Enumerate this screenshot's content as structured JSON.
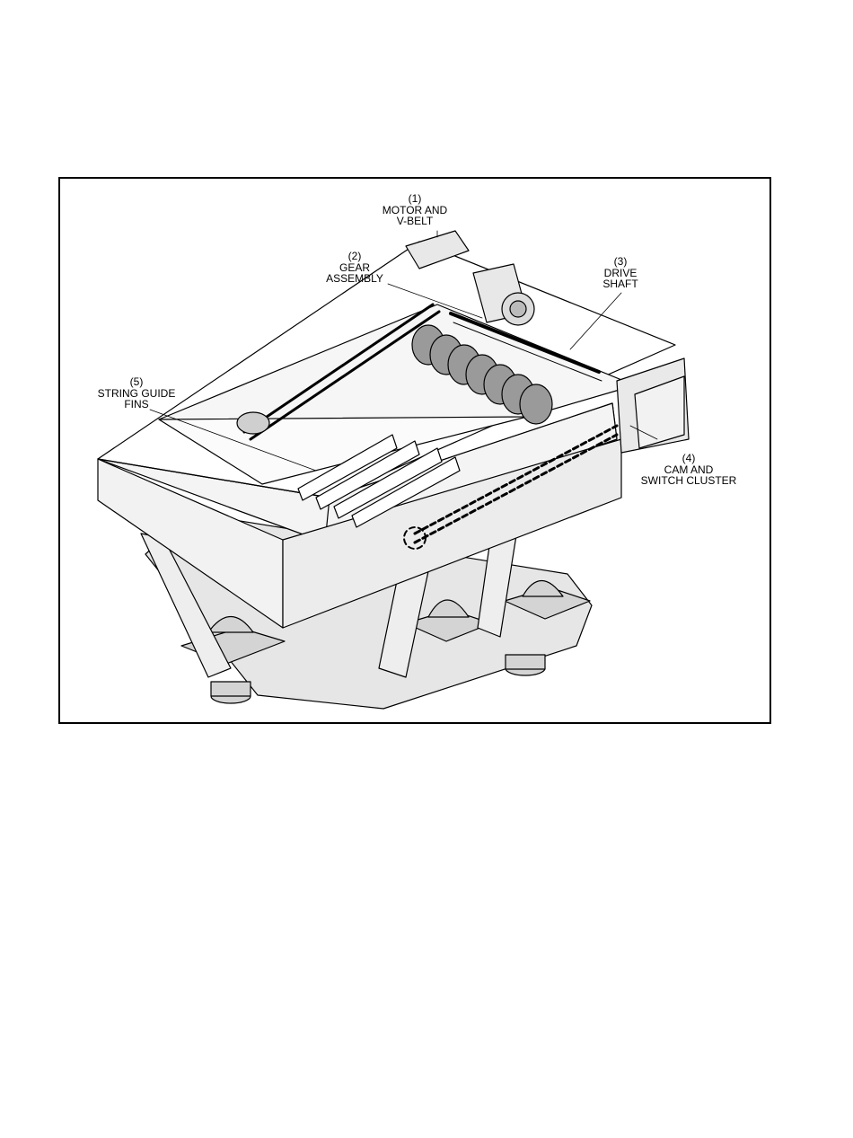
{
  "figure": {
    "callouts": [
      {
        "id": "motor",
        "number": "(1)",
        "lines": [
          "MOTOR AND",
          "V-BELT"
        ]
      },
      {
        "id": "gear",
        "number": "(2)",
        "lines": [
          "GEAR",
          "ASSEMBLY"
        ]
      },
      {
        "id": "shaft",
        "number": "(3)",
        "lines": [
          "DRIVE",
          "SHAFT"
        ]
      },
      {
        "id": "cam",
        "number": "(4)",
        "lines": [
          "CAM AND",
          "SWITCH CLUSTER"
        ]
      },
      {
        "id": "fins",
        "number": "(5)",
        "lines": [
          "STRING GUIDE",
          "FINS"
        ]
      }
    ]
  }
}
